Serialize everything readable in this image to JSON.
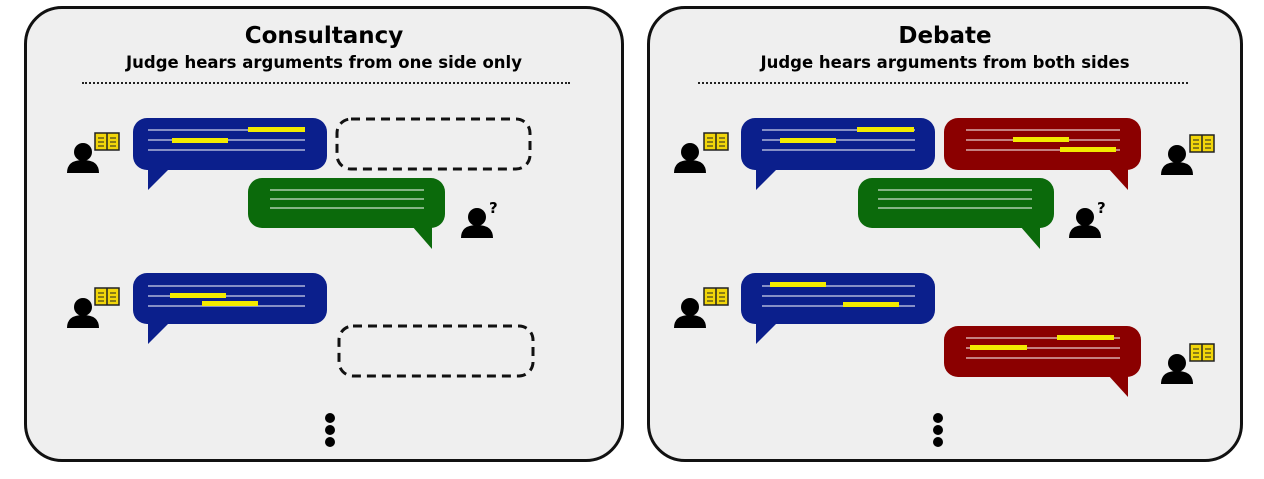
{
  "panels": {
    "consultancy": {
      "title": "Consultancy",
      "subtitle": "Judge hears arguments from one side only"
    },
    "debate": {
      "title": "Debate",
      "subtitle": "Judge hears arguments from both sides"
    }
  },
  "judge_marker": "?",
  "colors": {
    "panel_bg": "#efefef",
    "consultant_bubble": "#0b1f8c",
    "opponent_bubble": "#8b0000",
    "judge_bubble": "#0b6a0b",
    "highlight": "#f2ea00",
    "book": "#f2d60a"
  },
  "icons": [
    "person-icon",
    "book-icon",
    "ellipsis-icon",
    "speech-bubble"
  ]
}
